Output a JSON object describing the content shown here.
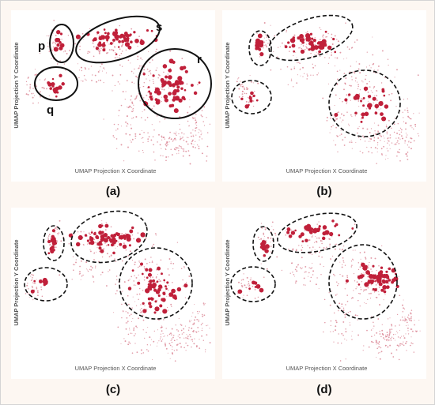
{
  "figure": {
    "panels": [
      {
        "caption": "(a)"
      },
      {
        "caption": "(b)"
      },
      {
        "caption": "(c)"
      },
      {
        "caption": "(d)"
      }
    ]
  },
  "colors": {
    "point": "#c0203a",
    "background_point": "#d77a8a",
    "outline": "#111111",
    "page_background": "#fdf7f2",
    "panel_background": "#ffffff"
  },
  "chart_data": [
    {
      "type": "scatter",
      "panel": "(a)",
      "xlabel": "UMAP Projection X Coordinate",
      "ylabel": "UMAP Projection Y Coordinate",
      "outline_style": "solid",
      "cluster_labels": [
        "p",
        "q",
        "s",
        "r"
      ],
      "grid": false
    },
    {
      "type": "scatter",
      "panel": "(b)",
      "xlabel": "UMAP Projection X Coordinate",
      "ylabel": "UMAP Projection Y Coordinate",
      "outline_style": "dashed",
      "grid": false
    },
    {
      "type": "scatter",
      "panel": "(c)",
      "xlabel": "UMAP Projection X Coordinate",
      "ylabel": "UMAP Projection Y Coordinate",
      "outline_style": "dashed",
      "grid": false
    },
    {
      "type": "scatter",
      "panel": "(d)",
      "xlabel": "UMAP Projection X Coordinate",
      "ylabel": "UMAP Projection Y Coordinate",
      "outline_style": "dashed",
      "grid": false
    }
  ]
}
